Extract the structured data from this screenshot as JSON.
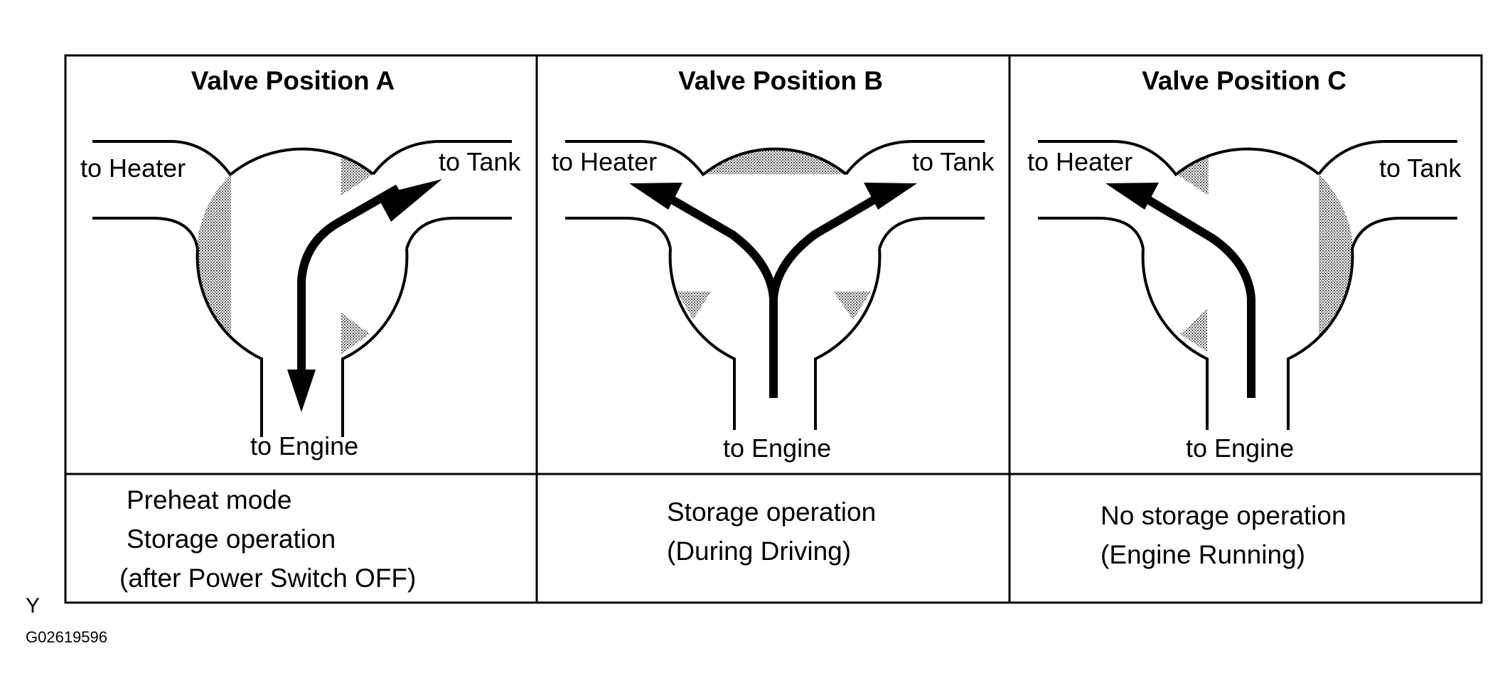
{
  "panels": [
    {
      "title": "Valve Position A",
      "labels": {
        "heater": "to Heater",
        "tank": "to Tank",
        "engine": "to Engine"
      },
      "caption": [
        "Preheat mode",
        "Storage operation",
        "(after Power Switch OFF)"
      ]
    },
    {
      "title": "Valve Position B",
      "labels": {
        "heater": "to Heater",
        "tank": "to Tank",
        "engine": "to Engine"
      },
      "caption": [
        "Storage operation",
        "(During Driving)"
      ]
    },
    {
      "title": "Valve Position C",
      "labels": {
        "heater": "to Heater",
        "tank": "to Tank",
        "engine": "to Engine"
      },
      "caption": [
        "No storage operation",
        "(Engine Running)"
      ]
    }
  ],
  "footer": {
    "mark": "Y",
    "code": "G02619596"
  }
}
